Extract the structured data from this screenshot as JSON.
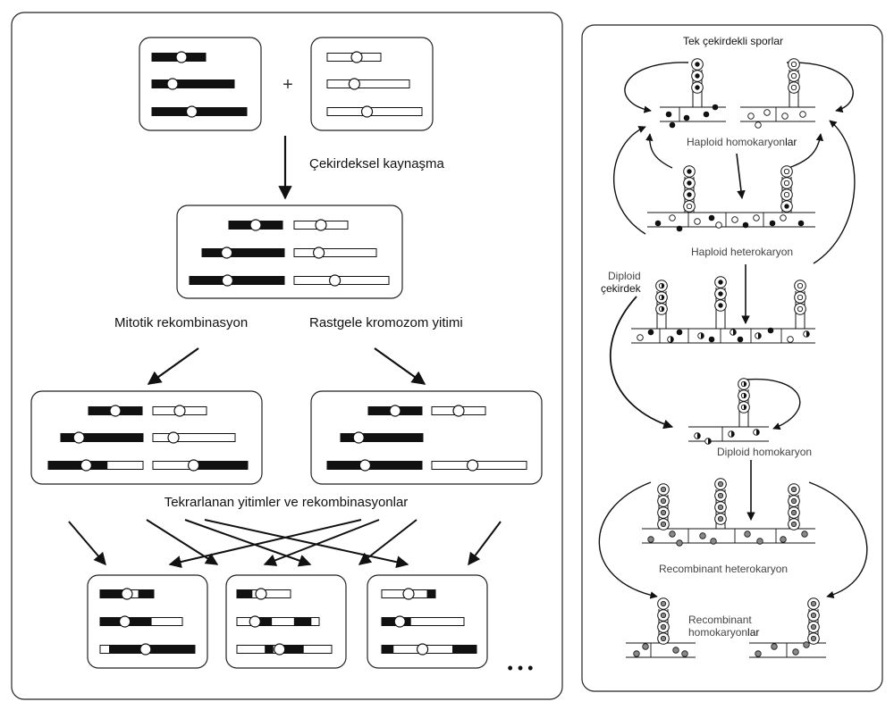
{
  "left_panel": {
    "fusion_label": "Çekirdeksel kaynaşma",
    "mitotic_label": "Mitotik rekombinasyon",
    "loss_label": "Rastgele kromozom yitimi",
    "repeat_label": "Tekrarlanan yitimler ve rekombinasyonlar",
    "plus_sign": "+",
    "ellipsis": "• • •"
  },
  "right_panel": {
    "title": "Tek çekirdekli sporlar",
    "haploid_homokaryon_prefix": "Haploid homokaryon",
    "haploid_homokaryon_suffix": "lar",
    "haploid_heterokaryon": "Haploid heterokaryon",
    "diploid_label_line1": "Diploid",
    "diploid_label_line2": "çekirdek",
    "diploid_homokaryon": "Diploid homokaryon",
    "recombinant_heterokaryon": "Recombinant heterokaryon",
    "recombinant_homokaryon_line1": "Recombinant",
    "recombinant_homokaryon_line2_prefix": "homokaryon",
    "recombinant_homokaryon_line2_suffix": "lar"
  }
}
